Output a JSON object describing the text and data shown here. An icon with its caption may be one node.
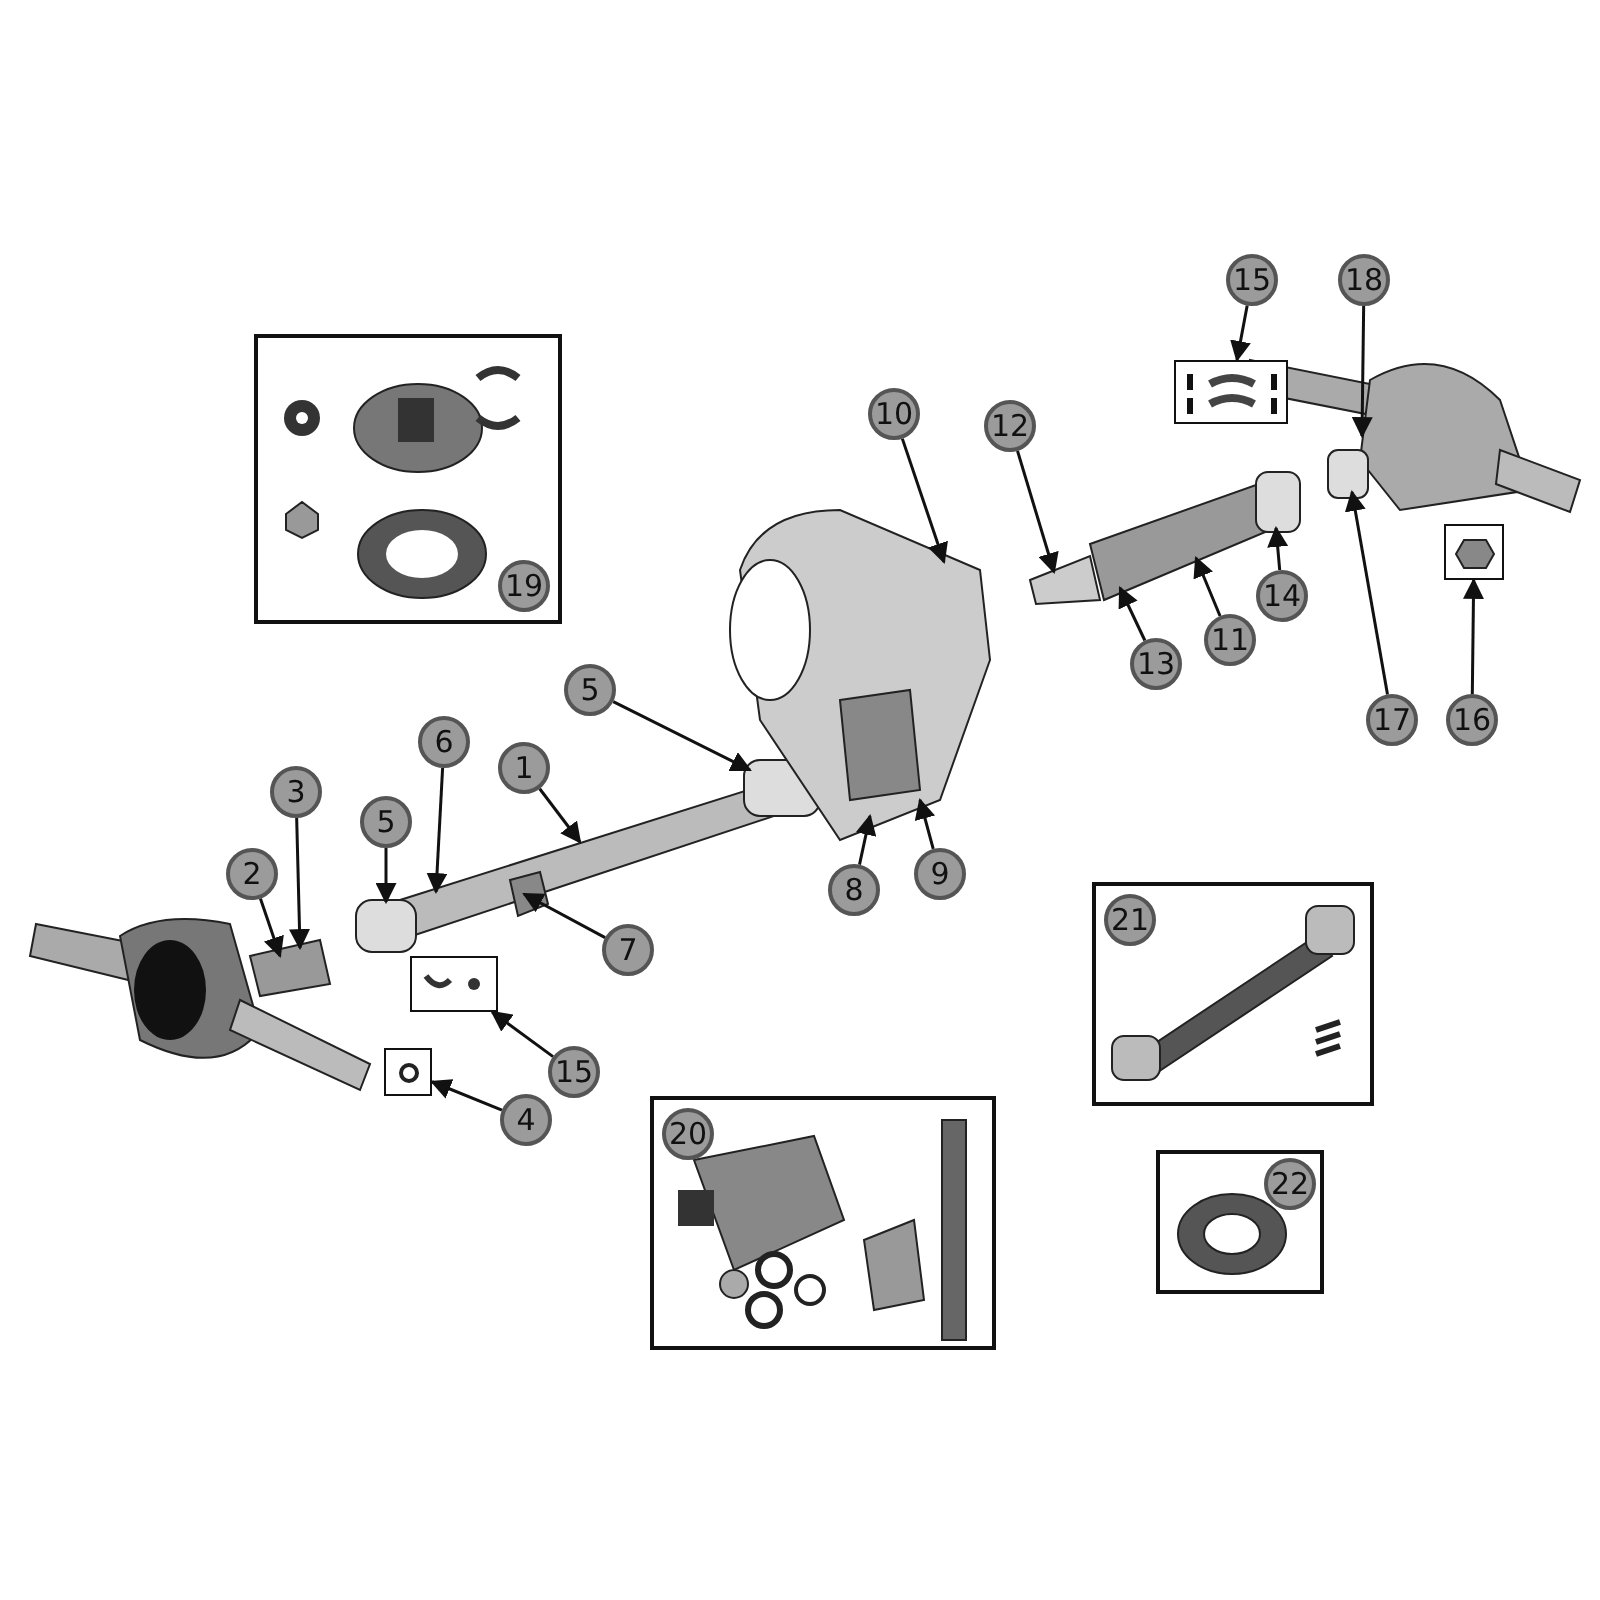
{
  "diagram": {
    "nodes": [
      {
        "text": [
          "1"
        ]
      },
      {
        "text": [
          "2"
        ]
      },
      {
        "text": [
          "3"
        ]
      },
      {
        "text": [
          "4"
        ]
      },
      {
        "text": [
          "5"
        ]
      },
      {
        "text": [
          "5"
        ]
      },
      {
        "text": [
          "6"
        ]
      },
      {
        "text": [
          "7"
        ]
      },
      {
        "text": [
          "8"
        ]
      },
      {
        "text": [
          "9"
        ]
      },
      {
        "text": [
          "10"
        ]
      },
      {
        "text": [
          "11"
        ]
      },
      {
        "text": [
          "12"
        ]
      },
      {
        "text": [
          "13"
        ]
      },
      {
        "text": [
          "14"
        ]
      },
      {
        "text": [
          "15"
        ]
      },
      {
        "text": [
          "15"
        ]
      },
      {
        "text": [
          "16"
        ]
      },
      {
        "text": [
          "17"
        ]
      },
      {
        "text": [
          "18"
        ]
      },
      {
        "text": [
          "19"
        ]
      },
      {
        "text": [
          "20"
        ]
      },
      {
        "text": [
          "21"
        ]
      },
      {
        "text": [
          "22"
        ]
      },
      {
        "text": [],
        "shape": "box"
      },
      {
        "text": [],
        "shape": "box"
      },
      {
        "text": [],
        "shape": "box"
      },
      {
        "text": [],
        "shape": "box"
      },
      {
        "text": [],
        "shape": "picture"
      },
      {
        "text": [],
        "shape": "picture"
      },
      {
        "text": [],
        "shape": "picture"
      },
      {
        "text": [],
        "shape": "picture"
      },
      {
        "text": [],
        "shape": "picture"
      }
    ],
    "edges": [
      {
        "from": 0,
        "to": 29,
        "arrow": "to"
      },
      {
        "from": 1,
        "to": 28,
        "arrow": "to"
      },
      {
        "from": 2,
        "to": 28,
        "arrow": "to"
      },
      {
        "from": 3,
        "to": 26,
        "arrow": "to"
      },
      {
        "from": 4,
        "to": 29,
        "arrow": "to"
      },
      {
        "from": 5,
        "to": 29,
        "arrow": "to"
      },
      {
        "from": 6,
        "to": 29,
        "arrow": "to"
      },
      {
        "from": 7,
        "to": 29,
        "arrow": "to"
      },
      {
        "from": 8,
        "to": 30,
        "arrow": "to"
      },
      {
        "from": 9,
        "to": 30,
        "arrow": "to"
      },
      {
        "from": 10,
        "to": 30,
        "arrow": "to"
      },
      {
        "from": 11,
        "to": 31,
        "arrow": "to"
      },
      {
        "from": 12,
        "to": 31,
        "arrow": "to"
      },
      {
        "from": 13,
        "to": 31,
        "arrow": "to"
      },
      {
        "from": 14,
        "to": 31,
        "arrow": "to"
      },
      {
        "from": 15,
        "to": 24,
        "arrow": "to"
      },
      {
        "from": 16,
        "to": 25,
        "arrow": "to"
      },
      {
        "from": 17,
        "to": 27,
        "arrow": "to"
      },
      {
        "from": 18,
        "to": 32,
        "arrow": "to"
      },
      {
        "from": 19,
        "to": 32,
        "arrow": "to"
      }
    ]
  }
}
